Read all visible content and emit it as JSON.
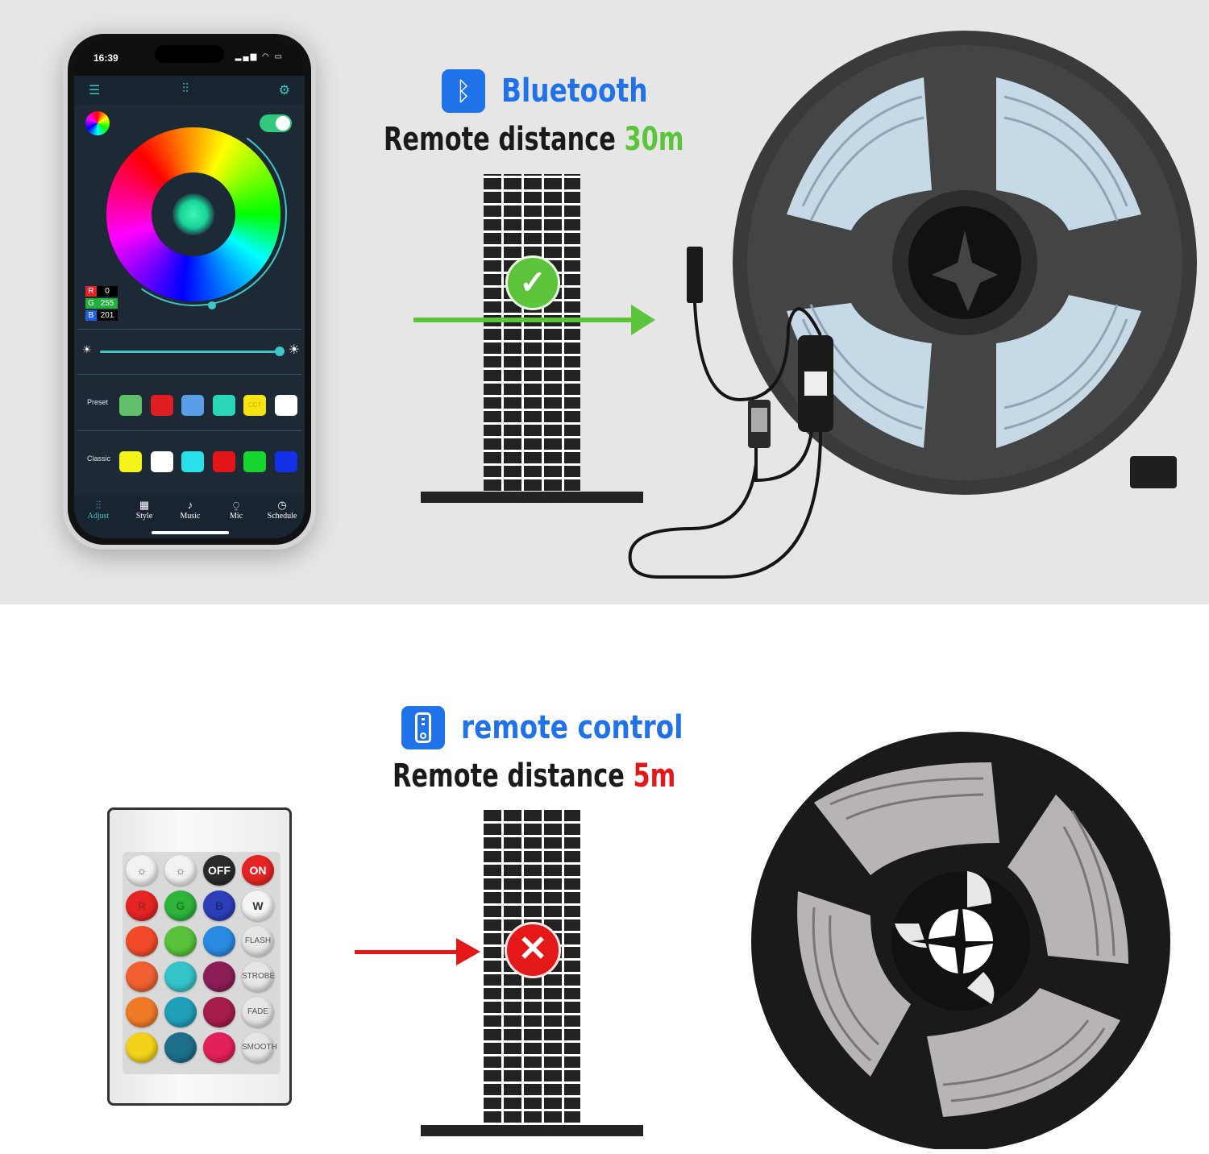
{
  "phone": {
    "time": "16:39",
    "status_icons": "signal-icon wifi-icon battery-icon",
    "rgb": {
      "r": "0",
      "g": "255",
      "b": "201"
    },
    "rows": {
      "preset": "Preset",
      "classic": "Classic"
    },
    "preset_cct": "CCT",
    "tabs": [
      {
        "label": "Adjust",
        "icon": "sliders-icon"
      },
      {
        "label": "Style",
        "icon": "grid-icon"
      },
      {
        "label": "Music",
        "icon": "music-icon"
      },
      {
        "label": "Mic",
        "icon": "mic-icon"
      },
      {
        "label": "Schedule",
        "icon": "clock-icon"
      }
    ],
    "preset_colors": [
      "#5fbf6c",
      "#e01e22",
      "#5b9ee8",
      "#2ad6b8",
      "#f5e312",
      "#ffffff"
    ],
    "classic_colors": [
      "#f6f31a",
      "#ffffff",
      "#28e0e8",
      "#e41518",
      "#18d430",
      "#1230e6"
    ]
  },
  "bluetooth": {
    "title": "Bluetooth",
    "distance_label": "Remote distance ",
    "distance_value": "30m"
  },
  "remote_control": {
    "title": "remote control",
    "distance_label": "Remote distance ",
    "distance_value": "5m"
  },
  "remote": {
    "buttons": [
      {
        "label": "☼",
        "color": "#f2f2f2",
        "text": "#555"
      },
      {
        "label": "☼",
        "color": "#f2f2f2",
        "text": "#555"
      },
      {
        "label": "OFF",
        "color": "#2a2a2a",
        "text": "#fff"
      },
      {
        "label": "ON",
        "color": "#e52424",
        "text": "#fff"
      },
      {
        "label": "R",
        "color": "#e52424",
        "text": "#b02020"
      },
      {
        "label": "G",
        "color": "#2fb33b",
        "text": "#1c7a22"
      },
      {
        "label": "B",
        "color": "#2b3fb8",
        "text": "#1a2880"
      },
      {
        "label": "W",
        "color": "#f4f4f4",
        "text": "#333"
      },
      {
        "label": "",
        "color": "#f04a2a",
        "text": "#fff"
      },
      {
        "label": "",
        "color": "#58c23a",
        "text": "#fff"
      },
      {
        "label": "",
        "color": "#2a8ae0",
        "text": "#fff"
      },
      {
        "label": "FLASH",
        "color": "#e6e6e6",
        "text": "#555"
      },
      {
        "label": "",
        "color": "#f06030",
        "text": "#fff"
      },
      {
        "label": "",
        "color": "#34c4c8",
        "text": "#fff"
      },
      {
        "label": "",
        "color": "#8a1e58",
        "text": "#fff"
      },
      {
        "label": "STROBE",
        "color": "#e6e6e6",
        "text": "#555"
      },
      {
        "label": "",
        "color": "#f07a28",
        "text": "#fff"
      },
      {
        "label": "",
        "color": "#1f9fb8",
        "text": "#fff"
      },
      {
        "label": "",
        "color": "#a61c4a",
        "text": "#fff"
      },
      {
        "label": "FADE",
        "color": "#e6e6e6",
        "text": "#555"
      },
      {
        "label": "",
        "color": "#f2d21a",
        "text": "#fff"
      },
      {
        "label": "",
        "color": "#1d6e8a",
        "text": "#fff"
      },
      {
        "label": "",
        "color": "#e2205a",
        "text": "#fff"
      },
      {
        "label": "SMOOTH",
        "color": "#e6e6e6",
        "text": "#555"
      }
    ]
  },
  "colors": {
    "accent_blue": "#1f72e8",
    "green": "#5cc43a",
    "red": "#e41818",
    "app_teal": "#3fc7c8"
  }
}
